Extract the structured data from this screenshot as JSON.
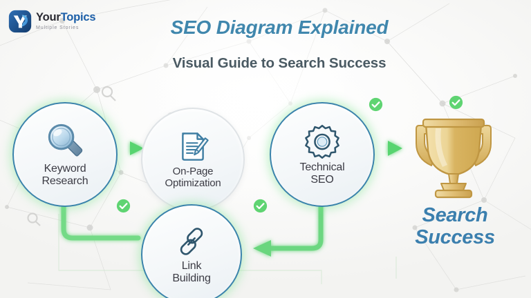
{
  "brand": {
    "logo_icon": "yourtopics-y-logo-icon",
    "name_part1": "Your",
    "name_part2": "Topics",
    "tagline": "Multiple Stories",
    "color_blue": "#1c5fa8",
    "color_dark": "#2b2b33"
  },
  "header": {
    "title": "SEO Diagram Explained",
    "subtitle": "Visual Guide to Search Success",
    "title_color": "#4087ad",
    "subtitle_color": "#4a5a63"
  },
  "diagram": {
    "accent_green": "#6ddc7e",
    "accent_blue": "#3a83ab",
    "nodes": [
      {
        "id": "keyword-research",
        "label_line1": "Keyword",
        "label_line2": "Research",
        "icon": "magnifying-glass-icon",
        "style": "accent"
      },
      {
        "id": "on-page-optimization",
        "label_line1": "On-Page",
        "label_line2": "Optimization",
        "icon": "document-pencil-icon",
        "style": "muted"
      },
      {
        "id": "technical-seo",
        "label_line1": "Technical",
        "label_line2": "SEO",
        "icon": "gear-icon",
        "style": "accent"
      },
      {
        "id": "link-building",
        "label_line1": "Link",
        "label_line2": "Building",
        "icon": "chain-link-icon",
        "style": "accent"
      }
    ],
    "checkmarks": [
      {
        "id": "check-link-building-left",
        "icon": "check-circle-icon"
      },
      {
        "id": "check-link-building-right",
        "icon": "check-circle-icon"
      },
      {
        "id": "check-technical-seo",
        "icon": "check-circle-icon"
      },
      {
        "id": "check-trophy",
        "icon": "check-circle-icon"
      }
    ],
    "arrows": [
      {
        "id": "arrow-keyword-to-onpage",
        "icon": "arrow-right-icon"
      },
      {
        "id": "arrow-technical-to-trophy",
        "icon": "arrow-right-icon"
      },
      {
        "id": "arrow-technical-to-link",
        "icon": "arrow-left-icon"
      },
      {
        "id": "path-keyword-to-link",
        "icon": "elbow-path-icon"
      }
    ]
  },
  "outcome": {
    "icon": "trophy-icon",
    "line1": "Search",
    "line2": "Success",
    "color": "#3b7fae"
  }
}
